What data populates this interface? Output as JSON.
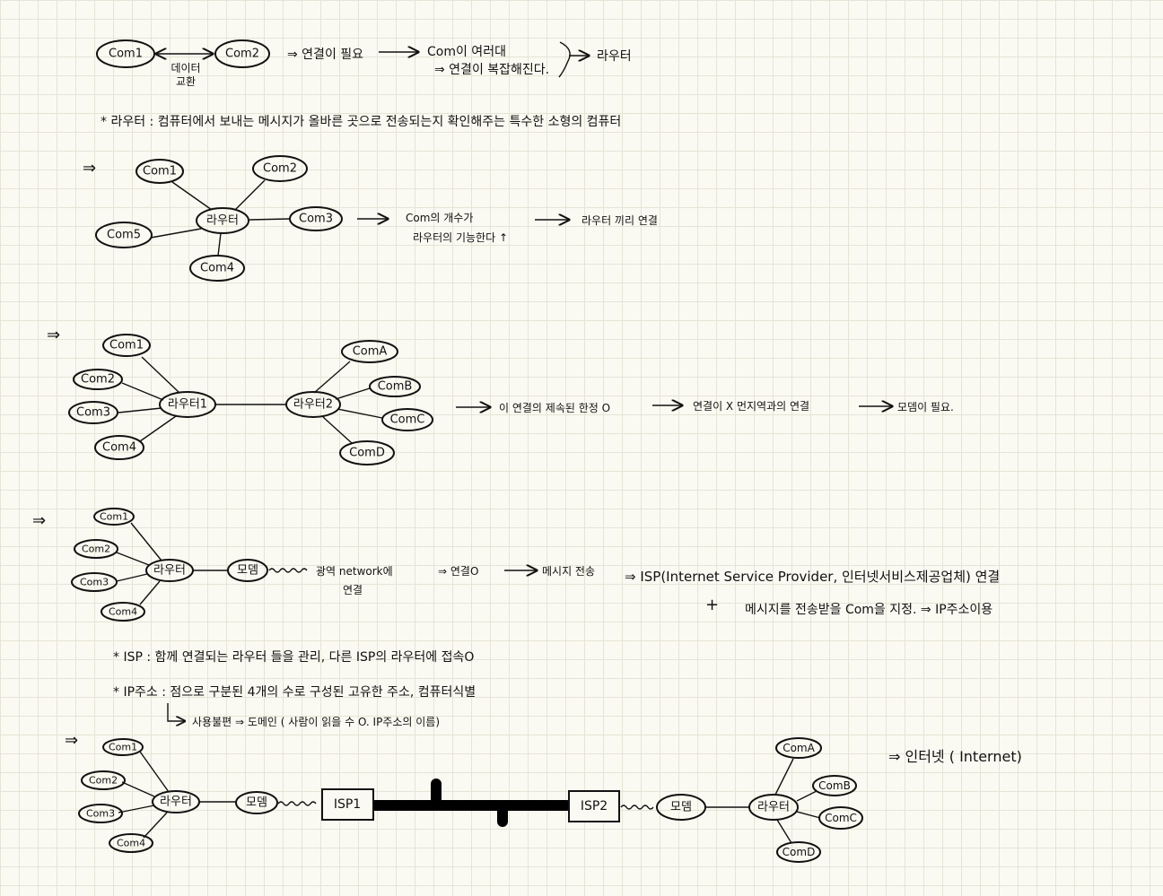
{
  "sec1": {
    "com1": "Com1",
    "com2": "Com2",
    "exchange_line1": "데이터",
    "exchange_line2": "교환",
    "need_connection": "⇒ 연결이 필요",
    "many_coms": "Com이 여러대",
    "complex": "⇒ 연결이 복잡해진다.",
    "router": "라우터"
  },
  "router_def": "* 라우터 : 컴퓨터에서 보내는 메시지가 올바른 곳으로 전송되는지 확인해주는 특수한 소형의 컴퓨터",
  "sec2": {
    "arrow": "⇒",
    "router": "라우터",
    "coms": [
      "Com1",
      "Com2",
      "Com3",
      "Com4",
      "Com5"
    ],
    "note_line1": "Com의 개수가",
    "note_line2": "라우터의 기능한다 ↑",
    "result": "라우터 끼리 연결"
  },
  "sec3": {
    "arrow": "⇒",
    "router1": "라우터1",
    "router2": "라우터2",
    "left_coms": [
      "Com1",
      "Com2",
      "Com3",
      "Com4"
    ],
    "right_coms": [
      "ComA",
      "ComB",
      "ComC",
      "ComD"
    ],
    "note1": "이 연결의 제속된 한정 O",
    "note2": "연결이 X 먼지역과의 연결",
    "note3": "모뎀이 필요."
  },
  "sec4": {
    "arrow": "⇒",
    "router": "라우터",
    "modem": "모뎀",
    "coms": [
      "Com1",
      "Com2",
      "Com3",
      "Com4"
    ],
    "wan_line1": "광역 network에",
    "wan_line2": "연결",
    "connected": "⇒ 연결O",
    "send_msg": "메시지 전송",
    "isp": "⇒ ISP(Internet Service Provider, 인터넷서비스제공업체) 연결",
    "plus": "+",
    "ip_note": "메시지를 전송받을 Com을 지정. ⇒ IP주소이용"
  },
  "notes": {
    "isp_def": "* ISP : 함께 연결되는 라우터 들을 관리, 다른 ISP의 라우터에 접속O",
    "ip_def": "* IP주소 : 점으로 구분된 4개의 수로 구성된 고유한 주소, 컴퓨터식별",
    "domain": "사용불편 ⇒ 도메인 ( 사람이 읽을 수 O. IP주소의 이름)"
  },
  "sec5": {
    "arrow": "⇒",
    "left_router": "라우터",
    "left_modem": "모뎀",
    "left_coms": [
      "Com1",
      "Com2",
      "Com3",
      "Com4"
    ],
    "isp1": "ISP1",
    "isp2": "ISP2",
    "right_modem": "모뎀",
    "right_router": "라우터",
    "right_coms": [
      "ComA",
      "ComB",
      "ComC",
      "ComD"
    ],
    "internet": "⇒ 인터넷 ( Internet)"
  }
}
